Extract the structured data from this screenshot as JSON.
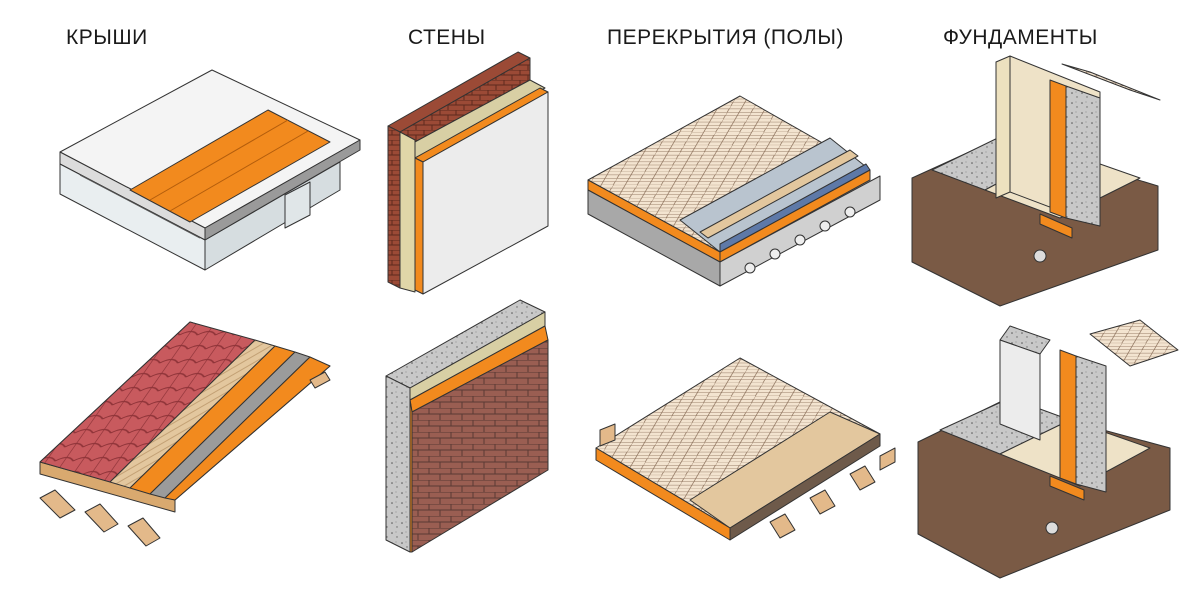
{
  "columns": {
    "roofs": "КРЫШИ",
    "walls": "СТЕНЫ",
    "floors": "ПЕРЕКРЫТИЯ (ПОЛЫ)",
    "foundations": "ФУНДАМЕНТЫ"
  },
  "colors": {
    "insulation": "#f28a1e",
    "brick": "#9b4a36",
    "concrete": "#bfbfbf",
    "soil": "#7a5a45",
    "wood": "#e3b98a",
    "tile": "#c85a5e",
    "parquet": "#f3e4d0"
  }
}
